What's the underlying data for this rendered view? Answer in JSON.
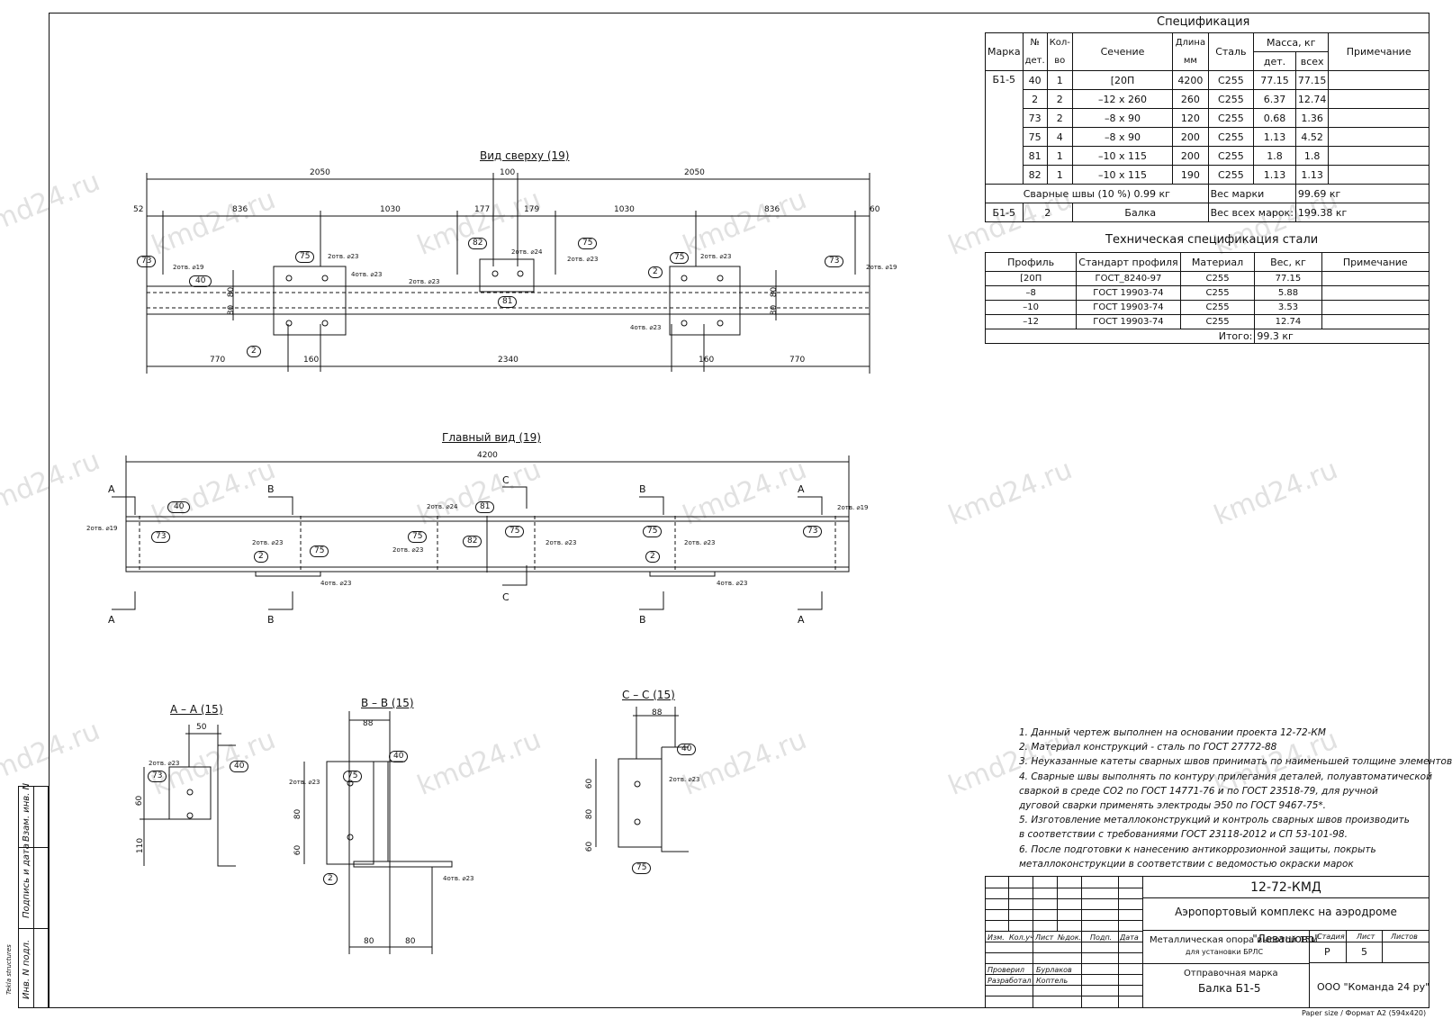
{
  "spec": {
    "title": "Спецификация",
    "headers": {
      "mark": "Марка",
      "no_top": "№",
      "no_bot": "дет.",
      "qty_top": "Кол-",
      "qty_bot": "во",
      "section": "Сечение",
      "len_top": "Длина",
      "len_bot": "мм",
      "steel": "Сталь",
      "mass": "Масса, кг",
      "mass_one": "дет.",
      "mass_all": "всех",
      "note": "Примечание"
    },
    "mark": "Б1-5",
    "rows": [
      {
        "no": "40",
        "qty": "1",
        "section": "[20П",
        "len": "4200",
        "steel": "С255",
        "one": "77.15",
        "all": "77.15"
      },
      {
        "no": "2",
        "qty": "2",
        "section": "–12 x 260",
        "len": "260",
        "steel": "С255",
        "one": "6.37",
        "all": "12.74"
      },
      {
        "no": "73",
        "qty": "2",
        "section": "–8 x 90",
        "len": "120",
        "steel": "С255",
        "one": "0.68",
        "all": "1.36"
      },
      {
        "no": "75",
        "qty": "4",
        "section": "–8 x 90",
        "len": "200",
        "steel": "С255",
        "one": "1.13",
        "all": "4.52"
      },
      {
        "no": "81",
        "qty": "1",
        "section": "–10 x 115",
        "len": "200",
        "steel": "С255",
        "one": "1.8",
        "all": "1.8"
      },
      {
        "no": "82",
        "qty": "1",
        "section": "–10 x 115",
        "len": "190",
        "steel": "С255",
        "one": "1.13",
        "all": "1.13"
      }
    ],
    "welds": "Сварные швы (10 %)  0.99 кг",
    "mark_weight_label": "Вес марки",
    "mark_weight": "99.69 кг",
    "total_row": {
      "mark": "Б1-5",
      "qty": "2",
      "name": "Балка",
      "label": "Вес всех марок:",
      "value": "199.38 кг"
    }
  },
  "tech": {
    "title": "Техническая спецификация стали",
    "headers": {
      "profile": "Профиль",
      "standard": "Стандарт профиля",
      "material": "Материал",
      "weight": "Вес, кг",
      "note": "Примечание"
    },
    "rows": [
      {
        "profile": "[20П",
        "standard": "ГОСТ_8240-97",
        "material": "С255",
        "weight": "77.15"
      },
      {
        "profile": "–8",
        "standard": "ГОСТ 19903-74",
        "material": "С255",
        "weight": "5.88"
      },
      {
        "profile": "–10",
        "standard": "ГОСТ 19903-74",
        "material": "С255",
        "weight": "3.53"
      },
      {
        "profile": "–12",
        "standard": "ГОСТ 19903-74",
        "material": "С255",
        "weight": "12.74"
      }
    ],
    "total_label": "Итого:",
    "total_value": "99.3 кг"
  },
  "views": {
    "top": "Вид сверху (19)",
    "front": "Главный вид (19)",
    "aa": "А – А (15)",
    "bb": "В – В (15)",
    "cc": "С – С (15)"
  },
  "top_dims": {
    "upper": [
      "2050",
      "100",
      "2050"
    ],
    "mid": [
      "52",
      "836",
      "1030",
      "177",
      "179",
      "1030",
      "836",
      "60"
    ],
    "lower": [
      "770",
      "160",
      "2340",
      "160",
      "770"
    ],
    "side": [
      "80",
      "80",
      "80",
      "80"
    ]
  },
  "front_dims": {
    "overall": "4200"
  },
  "section_letters": {
    "a": "А",
    "b": "В",
    "c": "С"
  },
  "parts": {
    "p2": "2",
    "p40": "40",
    "p73": "73",
    "p75": "75",
    "p81": "81",
    "p82": "82"
  },
  "welds": {
    "w19": "2отв. ⌀19",
    "w23": "2отв. ⌀23",
    "w23_4": "4отв. ⌀23",
    "w24": "2отв. ⌀24"
  },
  "section_dims": {
    "aa": [
      "50",
      "60",
      "110"
    ],
    "bb": [
      "88",
      "80",
      "60",
      "80",
      "80"
    ],
    "cc": [
      "88",
      "60",
      "80",
      "60"
    ]
  },
  "notes": [
    "1. Данный чертеж выполнен на основании проекта 12-72-КМ",
    "2. Материал конструкций - сталь по ГОСТ 27772-88",
    "3. Неуказанные катеты сварных швов принимать по наименьшей толщине элементов",
    "4. Сварные швы выполнять по контуру прилегания деталей, полуавтоматической",
    "   сваркой в среде СО2 по ГОСТ 14771-76 и по ГОСТ 23518-79, для ручной",
    "   дуговой сварки применять электроды Э50 по ГОСТ 9467-75*.",
    "5. Изготовление металлоконструкций и контроль сварных швов производить",
    "   в соответствии с требованиями ГОСТ 23118-2012 и СП 53-101-98.",
    "6. После подготовки к нанесению антикоррозионной защиты, покрыть",
    "   металлоконструкции в соответствии с ведомостью окраски марок"
  ],
  "stamp": {
    "code": "12-72-КМД",
    "project": "Аэропортовый комплекс на аэродроме \"Левашово\"",
    "cols": [
      "Изм.",
      "Кол.уч",
      "Лист",
      "№док.",
      "Подп.",
      "Дата"
    ],
    "checked": "Проверил",
    "checked_name": "Бурлаков",
    "developed": "Разработал",
    "developed_name": "Коптель",
    "object1": "Металлическая опора высотой 15м",
    "object2": "для установки БРЛС",
    "stage_label": "Стадия",
    "stage": "Р",
    "sheet_label": "Лист",
    "sheet": "5",
    "sheets_label": "Листов",
    "mark1": "Отправочная марка",
    "mark2": "Балка  Б1-5",
    "company": "ООО \"Команда 24 ру\""
  },
  "side_labels": [
    "Взам. инв. N",
    "Подпись и дата",
    "Инв. N подл."
  ],
  "tekla": "Tekla structures",
  "paper": "Paper size / Формат А2 (594x420)",
  "watermark": "kmd24.ru"
}
